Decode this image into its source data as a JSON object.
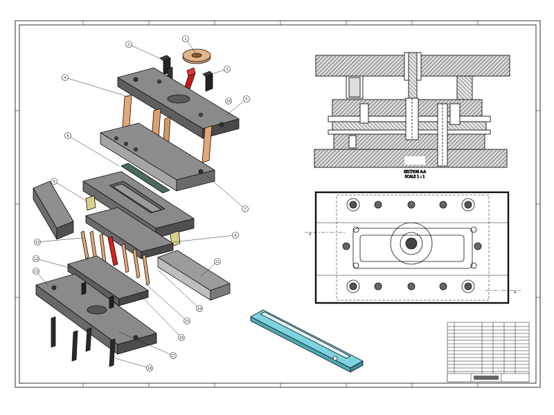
{
  "section": {
    "title": "SECTION A-A",
    "scale": "SCALE 1 : 1"
  },
  "cut_marker": {
    "left": "A",
    "right": "A"
  },
  "balloons": [
    "1",
    "2",
    "3",
    "4",
    "5",
    "6",
    "7",
    "8",
    "9",
    "10",
    "11",
    "12",
    "13",
    "14",
    "15",
    "16",
    "17",
    "18",
    "19"
  ],
  "colors": {
    "plate": "#707070",
    "plate_light": "#9a9a9a",
    "pin": "#e3a875",
    "punch": "#d9221c",
    "strip": "#7dd3e0",
    "line": "#111111"
  }
}
